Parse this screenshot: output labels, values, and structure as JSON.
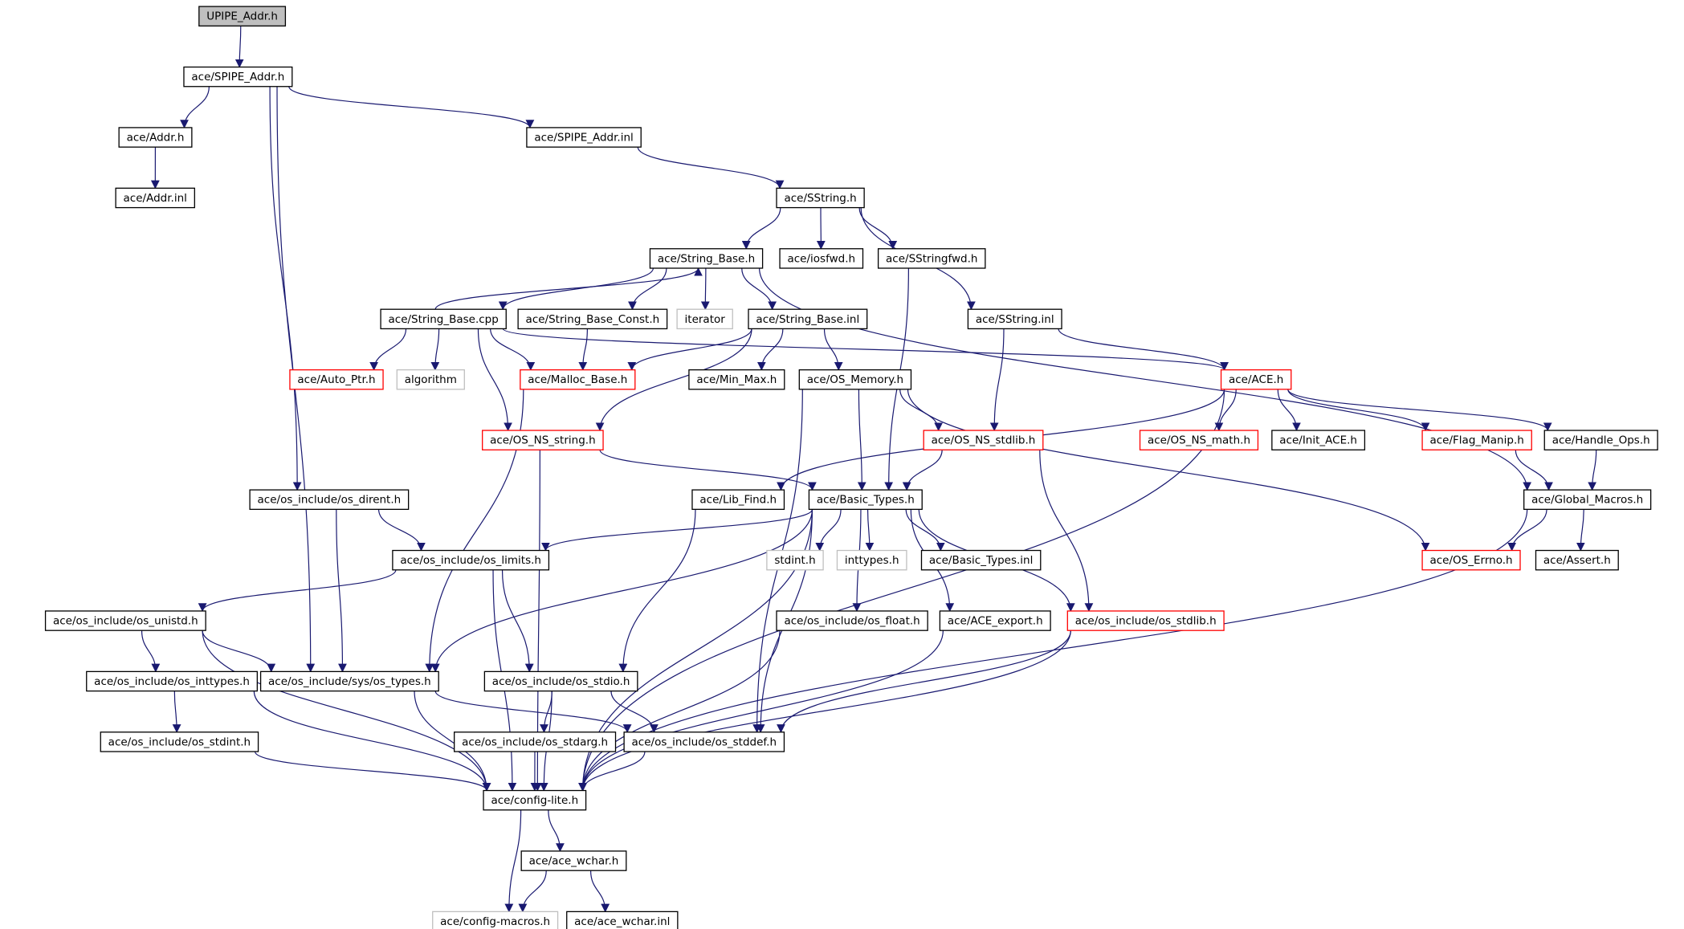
{
  "diagram": {
    "type": "include-dependency-graph",
    "colors": {
      "background": "#ffffff",
      "edge": "#191970",
      "node_border": "#000000",
      "node_border_incomplete": "#ff0000",
      "node_border_external": "#bfbfbf",
      "root_fill": "#bfbfbf",
      "label": "#000000"
    },
    "nodes": [
      {
        "id": "root",
        "label": "UPIPE_Addr.h",
        "style": "root"
      },
      {
        "id": "spipe_h",
        "label": "ace/SPIPE_Addr.h",
        "style": "normal"
      },
      {
        "id": "addr_h",
        "label": "ace/Addr.h",
        "style": "normal"
      },
      {
        "id": "spipe_inl",
        "label": "ace/SPIPE_Addr.inl",
        "style": "normal"
      },
      {
        "id": "addr_inl",
        "label": "ace/Addr.inl",
        "style": "normal"
      },
      {
        "id": "sstring_h",
        "label": "ace/SString.h",
        "style": "normal"
      },
      {
        "id": "string_base_h",
        "label": "ace/String_Base.h",
        "style": "normal"
      },
      {
        "id": "iosfwd",
        "label": "ace/iosfwd.h",
        "style": "normal"
      },
      {
        "id": "sstringfwd",
        "label": "ace/SStringfwd.h",
        "style": "normal"
      },
      {
        "id": "string_base_cpp",
        "label": "ace/String_Base.cpp",
        "style": "normal"
      },
      {
        "id": "string_base_const",
        "label": "ace/String_Base_Const.h",
        "style": "normal"
      },
      {
        "id": "iterator",
        "label": "iterator",
        "style": "external"
      },
      {
        "id": "string_base_inl",
        "label": "ace/String_Base.inl",
        "style": "normal"
      },
      {
        "id": "sstring_inl",
        "label": "ace/SString.inl",
        "style": "normal"
      },
      {
        "id": "auto_ptr",
        "label": "ace/Auto_Ptr.h",
        "style": "incomplete"
      },
      {
        "id": "algorithm",
        "label": "algorithm",
        "style": "external"
      },
      {
        "id": "malloc_base",
        "label": "ace/Malloc_Base.h",
        "style": "incomplete"
      },
      {
        "id": "min_max",
        "label": "ace/Min_Max.h",
        "style": "normal"
      },
      {
        "id": "os_memory",
        "label": "ace/OS_Memory.h",
        "style": "normal"
      },
      {
        "id": "ace_h",
        "label": "ace/ACE.h",
        "style": "incomplete"
      },
      {
        "id": "os_ns_string",
        "label": "ace/OS_NS_string.h",
        "style": "incomplete"
      },
      {
        "id": "os_ns_stdlib",
        "label": "ace/OS_NS_stdlib.h",
        "style": "incomplete"
      },
      {
        "id": "os_ns_math",
        "label": "ace/OS_NS_math.h",
        "style": "incomplete"
      },
      {
        "id": "init_ace",
        "label": "ace/Init_ACE.h",
        "style": "normal"
      },
      {
        "id": "flag_manip",
        "label": "ace/Flag_Manip.h",
        "style": "incomplete"
      },
      {
        "id": "handle_ops",
        "label": "ace/Handle_Ops.h",
        "style": "normal"
      },
      {
        "id": "os_dirent",
        "label": "ace/os_include/os_dirent.h",
        "style": "normal"
      },
      {
        "id": "lib_find",
        "label": "ace/Lib_Find.h",
        "style": "normal"
      },
      {
        "id": "basic_types",
        "label": "ace/Basic_Types.h",
        "style": "normal"
      },
      {
        "id": "global_macros",
        "label": "ace/Global_Macros.h",
        "style": "normal"
      },
      {
        "id": "os_limits",
        "label": "ace/os_include/os_limits.h",
        "style": "normal"
      },
      {
        "id": "stdint",
        "label": "stdint.h",
        "style": "external"
      },
      {
        "id": "inttypes",
        "label": "inttypes.h",
        "style": "external"
      },
      {
        "id": "basic_types_inl",
        "label": "ace/Basic_Types.inl",
        "style": "normal"
      },
      {
        "id": "os_errno",
        "label": "ace/OS_Errno.h",
        "style": "incomplete"
      },
      {
        "id": "assert_h",
        "label": "ace/Assert.h",
        "style": "normal"
      },
      {
        "id": "os_unistd",
        "label": "ace/os_include/os_unistd.h",
        "style": "normal"
      },
      {
        "id": "os_float",
        "label": "ace/os_include/os_float.h",
        "style": "normal"
      },
      {
        "id": "ace_export",
        "label": "ace/ACE_export.h",
        "style": "normal"
      },
      {
        "id": "os_stdlib_inc",
        "label": "ace/os_include/os_stdlib.h",
        "style": "incomplete"
      },
      {
        "id": "os_inttypes",
        "label": "ace/os_include/os_inttypes.h",
        "style": "normal"
      },
      {
        "id": "sys_types",
        "label": "ace/os_include/sys/os_types.h",
        "style": "normal"
      },
      {
        "id": "os_stdio",
        "label": "ace/os_include/os_stdio.h",
        "style": "normal"
      },
      {
        "id": "os_stdint",
        "label": "ace/os_include/os_stdint.h",
        "style": "normal"
      },
      {
        "id": "os_stdarg",
        "label": "ace/os_include/os_stdarg.h",
        "style": "normal"
      },
      {
        "id": "os_stddef",
        "label": "ace/os_include/os_stddef.h",
        "style": "normal"
      },
      {
        "id": "config_lite",
        "label": "ace/config-lite.h",
        "style": "normal"
      },
      {
        "id": "ace_wchar_h",
        "label": "ace/ace_wchar.h",
        "style": "normal"
      },
      {
        "id": "config_macros",
        "label": "ace/config-macros.h",
        "style": "external"
      },
      {
        "id": "ace_wchar_inl",
        "label": "ace/ace_wchar.inl",
        "style": "normal"
      }
    ],
    "edges": [
      [
        "root",
        "spipe_h"
      ],
      [
        "spipe_h",
        "addr_h"
      ],
      [
        "spipe_h",
        "spipe_inl"
      ],
      [
        "spipe_h",
        "os_dirent"
      ],
      [
        "spipe_h",
        "sys_types"
      ],
      [
        "addr_h",
        "addr_inl"
      ],
      [
        "spipe_inl",
        "sstring_h"
      ],
      [
        "sstring_h",
        "string_base_h"
      ],
      [
        "sstring_h",
        "iosfwd"
      ],
      [
        "sstring_h",
        "sstringfwd"
      ],
      [
        "sstring_h",
        "sstring_inl"
      ],
      [
        "string_base_h",
        "string_base_cpp"
      ],
      [
        "string_base_h",
        "string_base_const"
      ],
      [
        "string_base_h",
        "iterator"
      ],
      [
        "string_base_h",
        "string_base_inl"
      ],
      [
        "string_base_h",
        "global_macros"
      ],
      [
        "string_base_cpp",
        "string_base_h"
      ],
      [
        "string_base_cpp",
        "auto_ptr"
      ],
      [
        "string_base_cpp",
        "algorithm"
      ],
      [
        "string_base_cpp",
        "malloc_base"
      ],
      [
        "string_base_cpp",
        "os_ns_string"
      ],
      [
        "string_base_cpp",
        "ace_h"
      ],
      [
        "string_base_const",
        "malloc_base"
      ],
      [
        "string_base_inl",
        "malloc_base"
      ],
      [
        "string_base_inl",
        "min_max"
      ],
      [
        "string_base_inl",
        "os_memory"
      ],
      [
        "string_base_inl",
        "os_ns_string"
      ],
      [
        "sstring_inl",
        "ace_h"
      ],
      [
        "sstring_inl",
        "os_ns_stdlib"
      ],
      [
        "sstringfwd",
        "basic_types"
      ],
      [
        "malloc_base",
        "sys_types"
      ],
      [
        "os_memory",
        "os_ns_stdlib"
      ],
      [
        "os_memory",
        "basic_types"
      ],
      [
        "os_memory",
        "os_stddef"
      ],
      [
        "os_memory",
        "os_errno"
      ],
      [
        "ace_h",
        "os_ns_math"
      ],
      [
        "ace_h",
        "init_ace"
      ],
      [
        "ace_h",
        "flag_manip"
      ],
      [
        "ace_h",
        "handle_ops"
      ],
      [
        "ace_h",
        "lib_find"
      ],
      [
        "ace_h",
        "config_lite"
      ],
      [
        "os_ns_string",
        "basic_types"
      ],
      [
        "os_ns_string",
        "config_lite"
      ],
      [
        "os_ns_stdlib",
        "basic_types"
      ],
      [
        "os_ns_stdlib",
        "os_stdlib_inc"
      ],
      [
        "flag_manip",
        "global_macros"
      ],
      [
        "handle_ops",
        "global_macros"
      ],
      [
        "global_macros",
        "os_errno"
      ],
      [
        "global_macros",
        "assert_h"
      ],
      [
        "global_macros",
        "config_lite"
      ],
      [
        "os_dirent",
        "os_limits"
      ],
      [
        "os_dirent",
        "sys_types"
      ],
      [
        "lib_find",
        "os_stdio"
      ],
      [
        "basic_types",
        "os_limits"
      ],
      [
        "basic_types",
        "stdint"
      ],
      [
        "basic_types",
        "inttypes"
      ],
      [
        "basic_types",
        "basic_types_inl"
      ],
      [
        "basic_types",
        "os_float"
      ],
      [
        "basic_types",
        "ace_export"
      ],
      [
        "basic_types",
        "os_stdlib_inc"
      ],
      [
        "basic_types",
        "sys_types"
      ],
      [
        "basic_types",
        "os_stddef"
      ],
      [
        "basic_types",
        "config_lite"
      ],
      [
        "os_limits",
        "os_unistd"
      ],
      [
        "os_limits",
        "os_stdio"
      ],
      [
        "os_limits",
        "config_lite"
      ],
      [
        "os_unistd",
        "os_inttypes"
      ],
      [
        "os_unistd",
        "sys_types"
      ],
      [
        "os_unistd",
        "config_lite"
      ],
      [
        "os_inttypes",
        "os_stdint"
      ],
      [
        "os_inttypes",
        "config_lite"
      ],
      [
        "os_stdint",
        "config_lite"
      ],
      [
        "sys_types",
        "os_stddef"
      ],
      [
        "sys_types",
        "config_lite"
      ],
      [
        "os_stdio",
        "os_stdarg"
      ],
      [
        "os_stdio",
        "os_stddef"
      ],
      [
        "os_stdio",
        "config_lite"
      ],
      [
        "os_stdarg",
        "config_lite"
      ],
      [
        "os_stddef",
        "config_lite"
      ],
      [
        "os_float",
        "config_lite"
      ],
      [
        "ace_export",
        "config_lite"
      ],
      [
        "os_stdlib_inc",
        "os_stddef"
      ],
      [
        "os_stdlib_inc",
        "config_lite"
      ],
      [
        "config_lite",
        "ace_wchar_h"
      ],
      [
        "config_lite",
        "config_macros"
      ],
      [
        "ace_wchar_h",
        "config_macros"
      ],
      [
        "ace_wchar_h",
        "ace_wchar_inl"
      ]
    ]
  }
}
